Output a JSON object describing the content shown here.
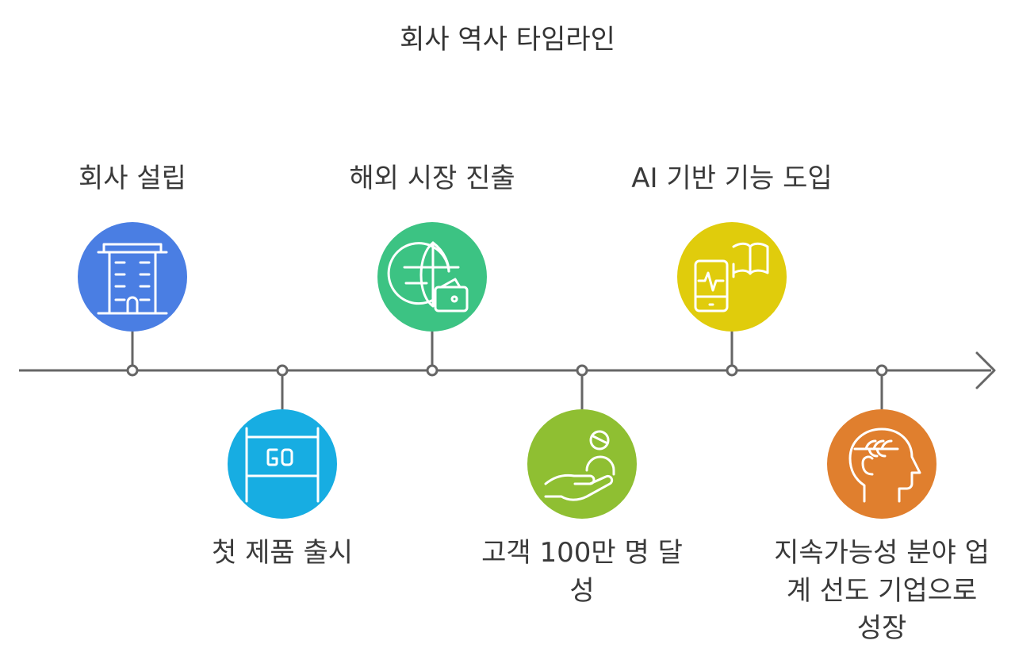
{
  "title": "회사 역사 타임라인",
  "events": [
    {
      "label": "회사 설립",
      "icon": "building-icon",
      "color": "#4a7ee3"
    },
    {
      "label": "첫 제품 출시",
      "icon": "go-sign-icon",
      "color": "#17ade2"
    },
    {
      "label": "해외 시장 진출",
      "icon": "globe-wallet-icon",
      "color": "#3cc383"
    },
    {
      "label": "고객 100만 명 달성",
      "icon": "hand-person-icon",
      "color": "#8fbf32"
    },
    {
      "label": "AI 기반 기능 도입",
      "icon": "phone-book-icon",
      "color": "#e0cc0c"
    },
    {
      "label": "지속가능성 분야 업계 선도 기업으로 성장",
      "icon": "head-laurel-icon",
      "color": "#e07f2e"
    }
  ],
  "line_color": "#666666",
  "icon_stroke": "#ffffff"
}
